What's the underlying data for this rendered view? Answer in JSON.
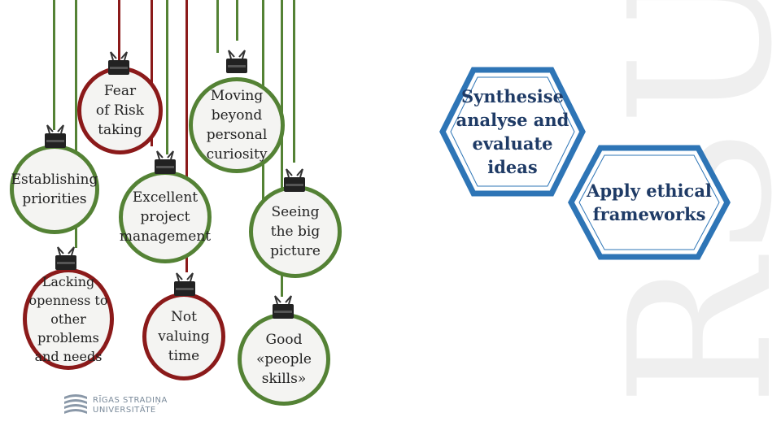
{
  "ornaments": [
    {
      "text": "Fear\nof Risk\ntaking",
      "color": "red"
    },
    {
      "text": "Moving\nbeyond\npersonal\ncuriosity",
      "color": "green"
    },
    {
      "text": "Establishing\npriorities",
      "color": "green"
    },
    {
      "text": "Excellent\nproject\nmanagement",
      "color": "green"
    },
    {
      "text": "Seeing\nthe big\npicture",
      "color": "green"
    },
    {
      "text": "Lacking\nopenness to\nother\nproblems\nand needs",
      "color": "red"
    },
    {
      "text": "Not\nvaluing\ntime",
      "color": "red"
    },
    {
      "text": "Good\n«people\nskills»",
      "color": "green"
    }
  ],
  "hexagons": [
    {
      "text": "Synthesise\nanalyse and\nevaluate\nideas"
    },
    {
      "text": "Apply ethical\nframeworks"
    }
  ],
  "watermark": "RSU",
  "logo": {
    "line1": "RĪGAS STRADIŅA",
    "line2": "UNIVERSITĀTE"
  },
  "colors": {
    "green": "#548235",
    "red": "#8b1a1a",
    "hex_border": "#2e75b6",
    "hex_text": "#1f3b66"
  }
}
